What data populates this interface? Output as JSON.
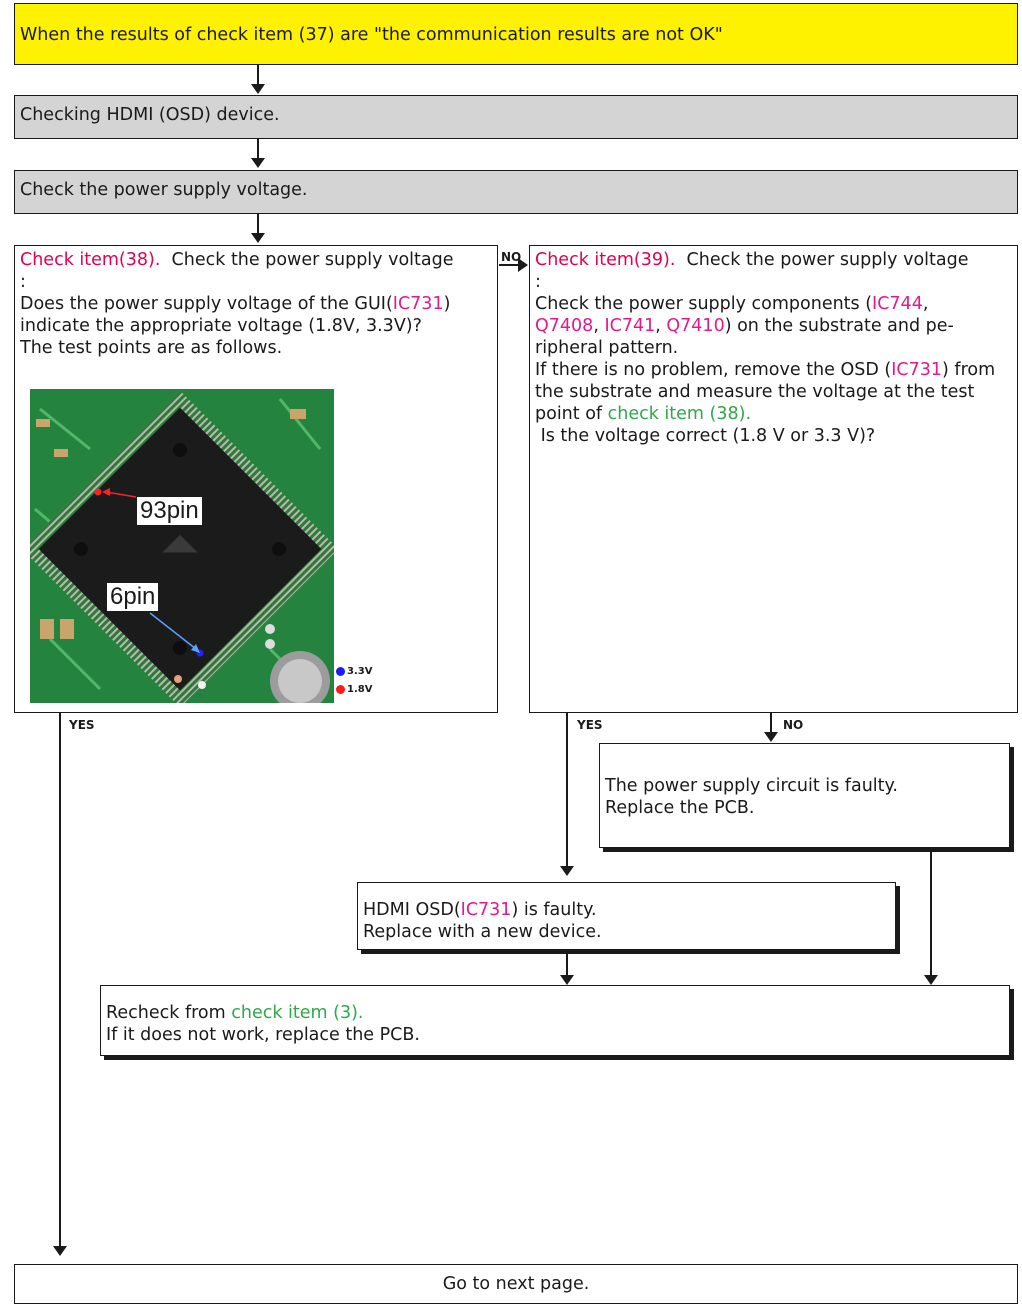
{
  "header": {
    "text": "When the results of check item (37) are \"the communication results are not OK\""
  },
  "step_osd": {
    "text": "Checking HDMI (OSD) device."
  },
  "step_power": {
    "text": "Check the power supply voltage."
  },
  "item38": {
    "title": "Check item(38).",
    "title_rest": "  Check the power supply voltage",
    "colon": ":",
    "body_a": "Does the power supply voltage of the GUI(",
    "ic": "IC731",
    "body_b": ") indicate the appropriate voltage (1.8V, 3.3V)?",
    "body_c": "The test points are as follows.",
    "photo": {
      "callout_93": "93pin",
      "callout_6": "6pin",
      "legend_33": "3.3V",
      "legend_18": "1.8V",
      "color_33": "#1a1aff",
      "color_18": "#ff1a1a"
    }
  },
  "item39": {
    "title": "Check item(39).",
    "title_rest": "  Check the power supply voltage",
    "colon": ":",
    "p1_a": "Check the power supply components (",
    "c1": "IC744",
    "sep1": ",",
    "c2": "Q7408",
    "sep2": ", ",
    "c3": "IC741",
    "sep3": ", ",
    "c4": "Q7410",
    "p1_b": ") on the substrate and pe-ripheral pattern.",
    "p2_a": "If there is no problem, remove the OSD (",
    "ic": "IC731",
    "p2_b": ") from the substrate and measure the voltage at the test point of ",
    "ref": "check item (38).",
    "p3": " Is the voltage correct (1.8 V or 3.3 V)?"
  },
  "labels": {
    "no1": "NO",
    "yes1": "YES",
    "yes2": "YES",
    "no2": "NO"
  },
  "power_faulty": {
    "line1": "The power supply circuit is faulty.",
    "line2": "Replace the PCB."
  },
  "osd_faulty": {
    "line1_a": "HDMI OSD(",
    "ic": "IC731",
    "line1_b": ") is faulty.",
    "line2": "Replace with a new device."
  },
  "recheck": {
    "line1_a": "Recheck from ",
    "ref": "check item (3).",
    "line2": "If it does not work, replace the PCB."
  },
  "footer": {
    "text": "Go to next page."
  }
}
